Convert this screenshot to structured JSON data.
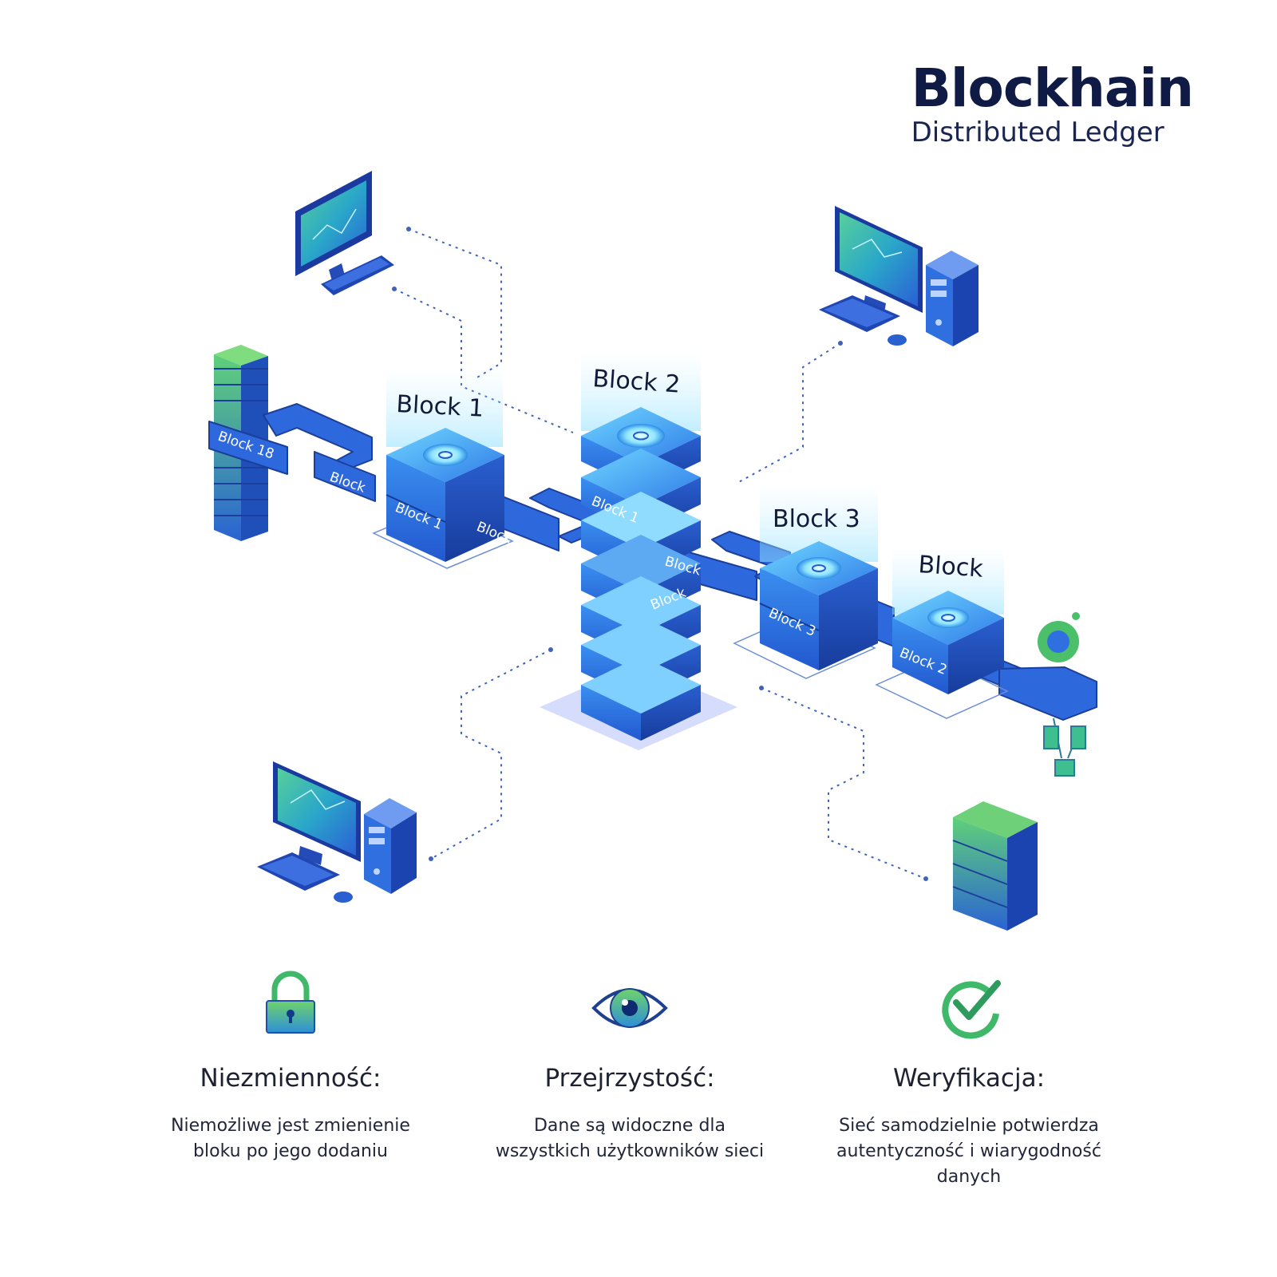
{
  "header": {
    "title": "Blockhain",
    "subtitle": "Distributed Ledger"
  },
  "blocks": {
    "block1_title": "Block 1",
    "block2_title": "Block 2",
    "block3_title": "Block 3",
    "block4_title": "Block"
  },
  "chain_labels": {
    "left_tower": "Block 18",
    "left_link": "Block",
    "block1_face": "Block 1",
    "link_after_block1": "Block 3",
    "tower_band1": "Block 1",
    "tower_link_right": "Block",
    "tower_band2": "Block",
    "block3_face": "Block 3",
    "block4_face": "Block 2"
  },
  "features": [
    {
      "icon": "padlock-icon",
      "title": "Niezmienność:",
      "text": "Niemożliwe jest zmienienie bloku po jego dodaniu"
    },
    {
      "icon": "eye-icon",
      "title": "Przejrzystość:",
      "text": "Dane są widoczne dla wszystkich użytkowników sieci"
    },
    {
      "icon": "checkmark-icon",
      "title": "Weryfikacja:",
      "text": "Sieć samodzielnie potwierdza autentyczność i wiarygodność danych"
    }
  ],
  "colors": {
    "navy": "#0f1b45",
    "blue": "#2f6fe0",
    "blue_dark": "#1c44b0",
    "green": "#3fb96b",
    "glow": "#9fe3ff"
  }
}
